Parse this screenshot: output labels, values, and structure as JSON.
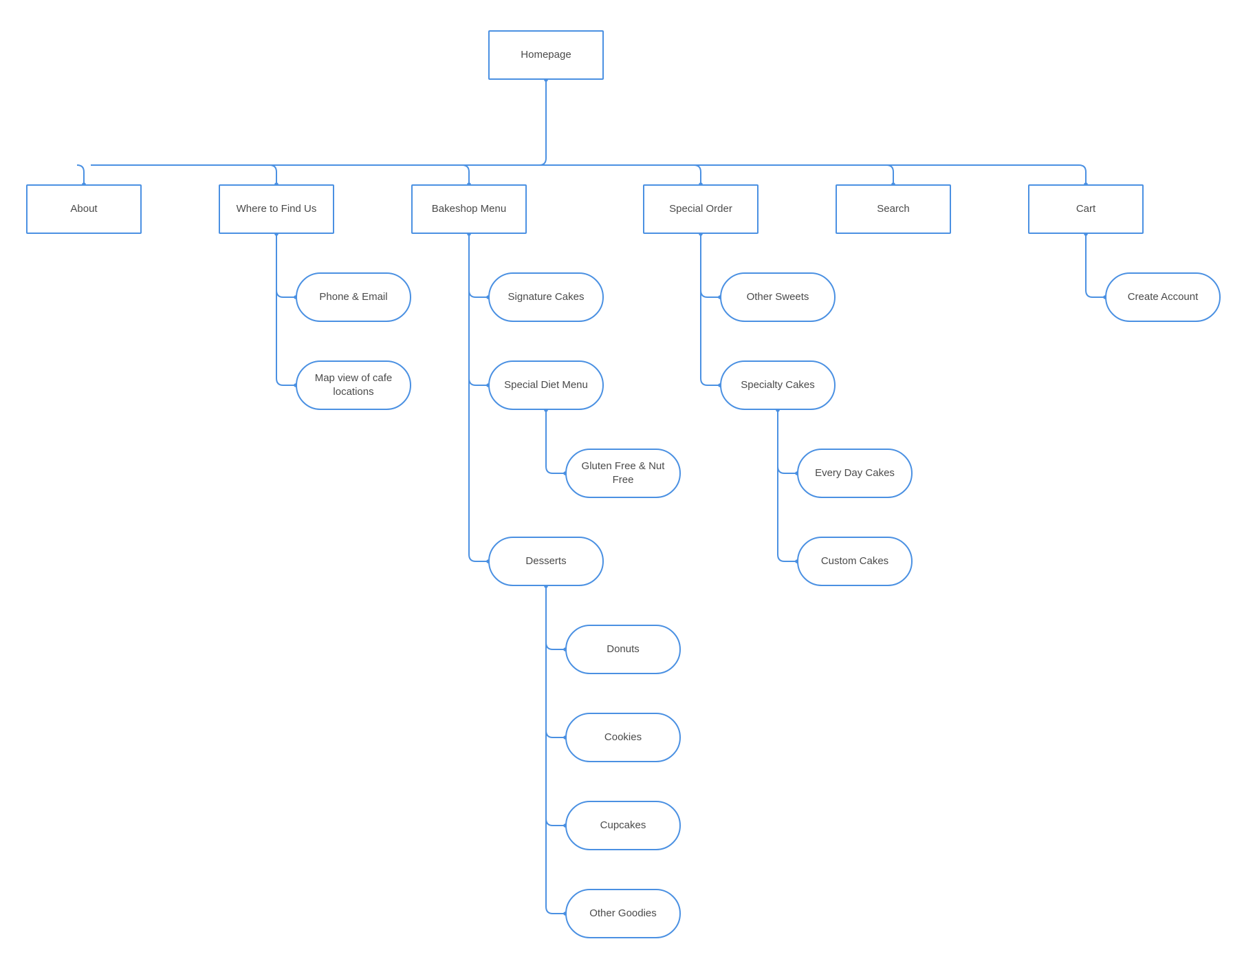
{
  "theme": {
    "line_color": "#4a90e2",
    "text_color": "#4a4a4a",
    "background": "#ffffff"
  },
  "sitemap": {
    "root": {
      "label": "Homepage"
    },
    "sections": [
      {
        "label": "About",
        "children": []
      },
      {
        "label": "Where to Find Us",
        "children": [
          {
            "label": "Phone & Email",
            "children": []
          },
          {
            "label": "Map view of cafe\nlocations",
            "children": []
          }
        ]
      },
      {
        "label": "Bakeshop Menu",
        "children": [
          {
            "label": "Signature Cakes",
            "children": []
          },
          {
            "label": "Special Diet Menu",
            "children": [
              {
                "label": "Gluten Free & Nut Free",
                "children": []
              }
            ]
          },
          {
            "label": "Desserts",
            "children": [
              {
                "label": "Donuts",
                "children": []
              },
              {
                "label": "Cookies",
                "children": []
              },
              {
                "label": "Cupcakes",
                "children": []
              },
              {
                "label": "Other Goodies",
                "children": []
              }
            ]
          }
        ]
      },
      {
        "label": "Special Order",
        "children": [
          {
            "label": "Other Sweets",
            "children": []
          },
          {
            "label": "Specialty Cakes",
            "children": [
              {
                "label": "Every Day Cakes",
                "children": []
              },
              {
                "label": "Custom Cakes",
                "children": []
              }
            ]
          }
        ]
      },
      {
        "label": "Search",
        "children": []
      },
      {
        "label": "Cart",
        "children": [
          {
            "label": "Create Account",
            "children": []
          }
        ]
      }
    ]
  }
}
